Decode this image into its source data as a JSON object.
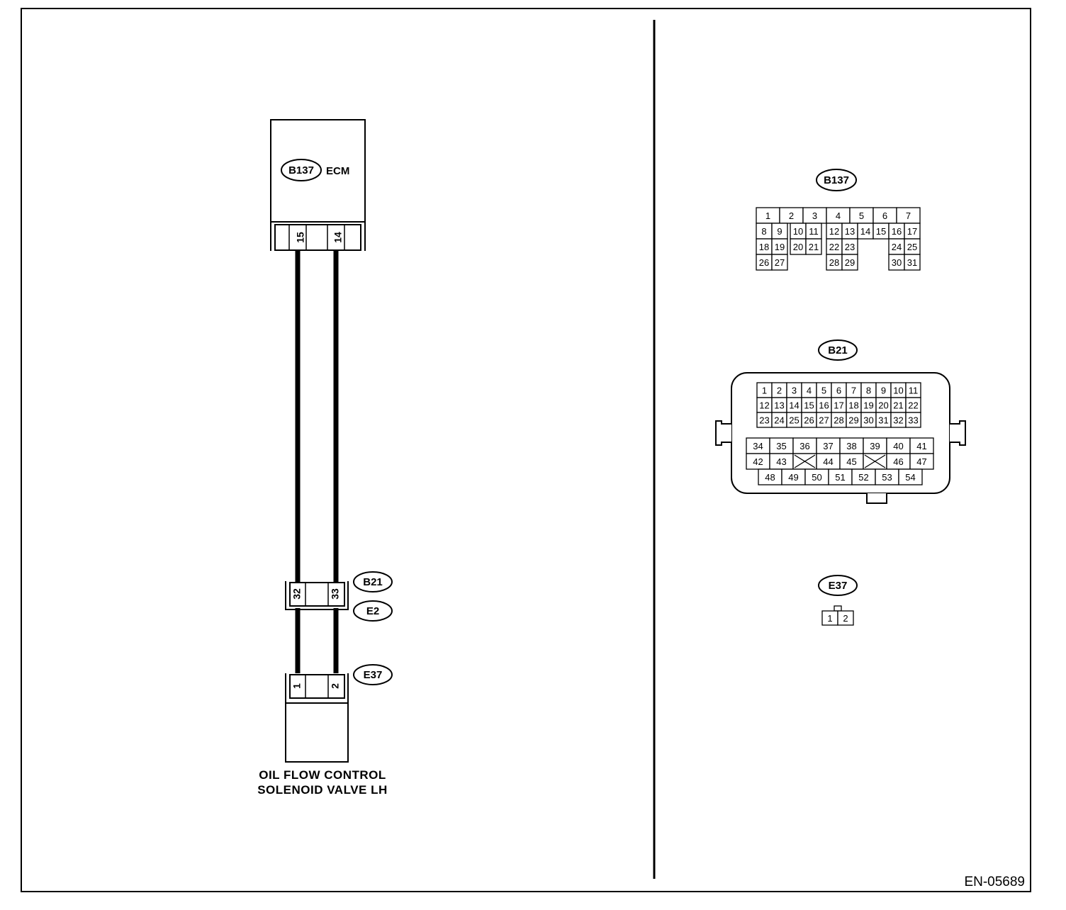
{
  "diagram": {
    "code": "EN-05689",
    "ecm": {
      "connector": "B137",
      "label": "ECM",
      "pins": [
        "15",
        "14"
      ]
    },
    "joint": {
      "upper_connector": "B21",
      "lower_connector": "E2",
      "pins": [
        "32",
        "33"
      ]
    },
    "valve": {
      "connector": "E37",
      "pins": [
        "1",
        "2"
      ],
      "label_line1": "OIL FLOW CONTROL",
      "label_line2": "SOLENOID VALVE LH"
    }
  },
  "connectors": {
    "b137": {
      "name": "B137",
      "rows": [
        [
          "1",
          "2",
          "3",
          "4",
          "5",
          "6",
          "7"
        ],
        [
          "8",
          "9",
          "10",
          "11",
          "12",
          "13",
          "14",
          "15",
          "16",
          "17"
        ],
        [
          "18",
          "19",
          "20",
          "21",
          "22",
          "23",
          "24",
          "25"
        ],
        [
          "26",
          "27",
          "28",
          "29",
          "30",
          "31"
        ]
      ]
    },
    "b21": {
      "name": "B21",
      "rows": [
        [
          "1",
          "2",
          "3",
          "4",
          "5",
          "6",
          "7",
          "8",
          "9",
          "10",
          "11"
        ],
        [
          "12",
          "13",
          "14",
          "15",
          "16",
          "17",
          "18",
          "19",
          "20",
          "21",
          "22"
        ],
        [
          "23",
          "24",
          "25",
          "26",
          "27",
          "28",
          "29",
          "30",
          "31",
          "32",
          "33"
        ],
        [
          "34",
          "35",
          "36",
          "37",
          "38",
          "39",
          "40",
          "41"
        ],
        [
          "42",
          "43",
          "44",
          "45",
          "46",
          "47"
        ],
        [
          "48",
          "49",
          "50",
          "51",
          "52",
          "53",
          "54"
        ]
      ]
    },
    "e37": {
      "name": "E37",
      "pins": [
        "1",
        "2"
      ]
    }
  }
}
